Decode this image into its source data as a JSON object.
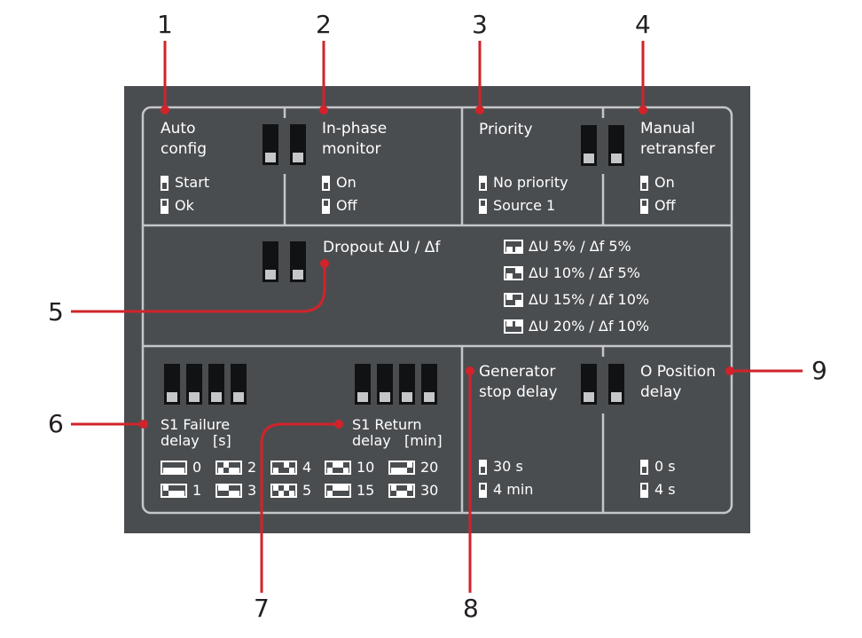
{
  "callouts": [
    "1",
    "2",
    "3",
    "4",
    "5",
    "6",
    "7",
    "8",
    "9"
  ],
  "sections": {
    "auto_config": {
      "title": "Auto\nconfig",
      "opt_up": "Start",
      "opt_down": "Ok"
    },
    "in_phase": {
      "title": "In-phase\nmonitor",
      "opt_up": "On",
      "opt_down": "Off"
    },
    "priority": {
      "title": "Priority",
      "opt_up": "No priority",
      "opt_down": "Source 1"
    },
    "manual_retransfer": {
      "title": "Manual\nretransfer",
      "opt_up": "On",
      "opt_down": "Off"
    },
    "dropout": {
      "title": "Dropout ΔU / Δf",
      "options": [
        "ΔU 5% / Δf 5%",
        "ΔU 10% / Δf 5%",
        "ΔU 15% / Δf 10%",
        "ΔU 20% / Δf 10%"
      ]
    },
    "s1_failure": {
      "title": "S1 Failure\ndelay   [s]",
      "values": [
        "0",
        "2",
        "4",
        "1",
        "3",
        "5"
      ]
    },
    "s1_return": {
      "title": "S1 Return\ndelay   [min]",
      "values": [
        "10",
        "20",
        "15",
        "30"
      ]
    },
    "generator_stop": {
      "title": "Generator\nstop delay",
      "opt_up": "30 s",
      "opt_down": "4 min"
    },
    "o_position": {
      "title": "O Position\ndelay",
      "opt_up": "0 s",
      "opt_down": "4 s"
    }
  },
  "colors": {
    "panel": "#4a4d50",
    "divider": "#c4c6c8",
    "callout": "#d2232a",
    "switch_body": "#111213"
  }
}
